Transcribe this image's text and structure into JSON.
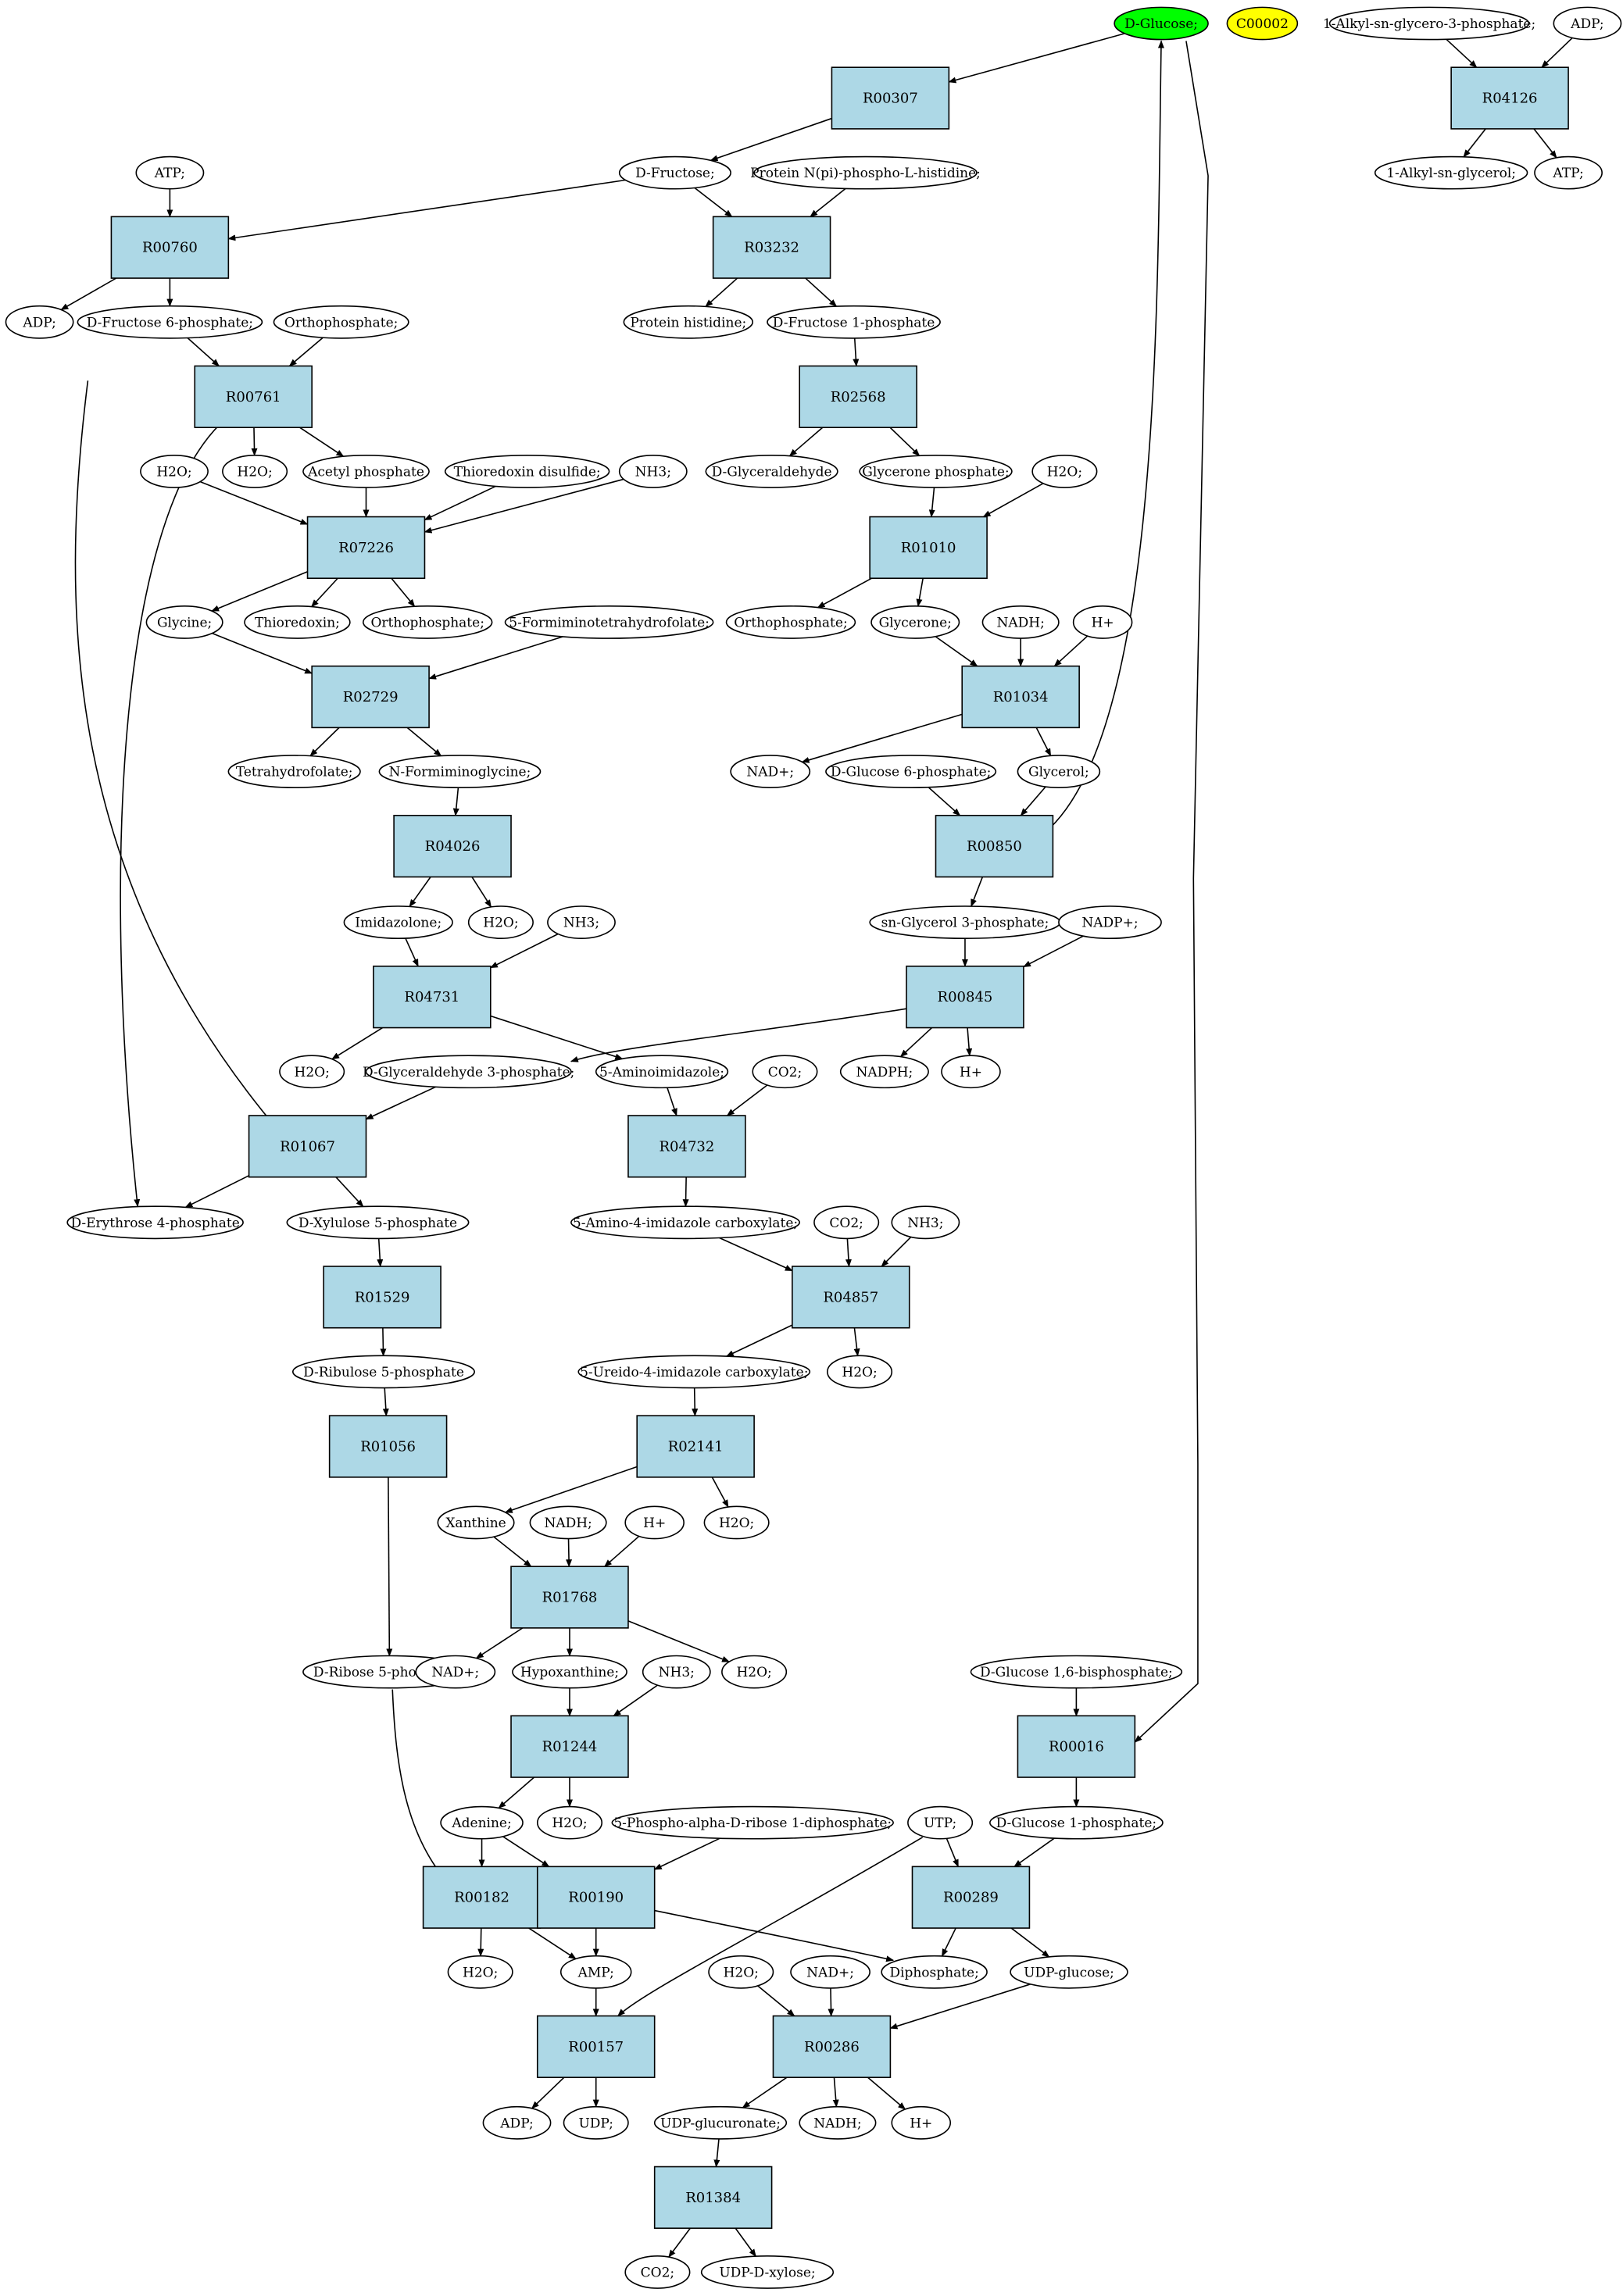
{
  "colors": {
    "compound": "#ffffff",
    "highlight_green": "#00ff00",
    "highlight_yellow": "#ffff00",
    "reaction": "#add8e6",
    "edge": "#000000"
  },
  "compounds": [
    {
      "id": "c_dglucose",
      "label": "D-Glucose;",
      "fill": "highlight_green"
    },
    {
      "id": "c_c00002",
      "label": "C00002",
      "fill": "highlight_yellow"
    },
    {
      "id": "c_alkylg3p",
      "label": "1-Alkyl-sn-glycero-3-phosphate;"
    },
    {
      "id": "c_adp_top",
      "label": "ADP;"
    },
    {
      "id": "c_alkylglycerol",
      "label": "1-Alkyl-sn-glycerol;"
    },
    {
      "id": "c_atp_top",
      "label": "ATP;"
    },
    {
      "id": "c_atp_l",
      "label": "ATP;"
    },
    {
      "id": "c_dfructose",
      "label": "D-Fructose;"
    },
    {
      "id": "c_proteinnpi",
      "label": "Protein N(pi)-phospho-L-histidine;"
    },
    {
      "id": "c_adp_l",
      "label": "ADP;"
    },
    {
      "id": "c_f6p",
      "label": "D-Fructose 6-phosphate;"
    },
    {
      "id": "c_orthop1",
      "label": "Orthophosphate;"
    },
    {
      "id": "c_proteinhis",
      "label": "Protein histidine;"
    },
    {
      "id": "c_f1p",
      "label": "D-Fructose 1-phosphate"
    },
    {
      "id": "c_h2o_a",
      "label": "H2O;"
    },
    {
      "id": "c_h2o_b",
      "label": "H2O;"
    },
    {
      "id": "c_acetylp",
      "label": "Acetyl phosphate"
    },
    {
      "id": "c_thiodis",
      "label": "Thioredoxin disulfide;"
    },
    {
      "id": "c_nh3_a",
      "label": "NH3;"
    },
    {
      "id": "c_dglyceraldehyde",
      "label": "D-Glyceraldehyde"
    },
    {
      "id": "c_glyceronep",
      "label": "Glycerone phosphate;"
    },
    {
      "id": "c_h2o_c",
      "label": "H2O;"
    },
    {
      "id": "c_glycine",
      "label": "Glycine;"
    },
    {
      "id": "c_thioredoxin",
      "label": "Thioredoxin;"
    },
    {
      "id": "c_orthop2",
      "label": "Orthophosphate;"
    },
    {
      "id": "c_5fthf",
      "label": "5-Formiminotetrahydrofolate;"
    },
    {
      "id": "c_orthop3",
      "label": "Orthophosphate;"
    },
    {
      "id": "c_glycerone",
      "label": "Glycerone;"
    },
    {
      "id": "c_nadh_a",
      "label": "NADH;"
    },
    {
      "id": "c_hplus_a",
      "label": "H+"
    },
    {
      "id": "c_thf",
      "label": "Tetrahydrofolate;"
    },
    {
      "id": "c_nfgly",
      "label": "N-Formiminoglycine;"
    },
    {
      "id": "c_nadplus_a",
      "label": "NAD+;"
    },
    {
      "id": "c_g6p",
      "label": "D-Glucose 6-phosphate;"
    },
    {
      "id": "c_glycerol",
      "label": "Glycerol;"
    },
    {
      "id": "c_imidazolone",
      "label": "Imidazolone;"
    },
    {
      "id": "c_h2o_d",
      "label": "H2O;"
    },
    {
      "id": "c_nh3_b",
      "label": "NH3;"
    },
    {
      "id": "c_snglyc3p",
      "label": "sn-Glycerol 3-phosphate;"
    },
    {
      "id": "c_nadpplus",
      "label": "NADP+;"
    },
    {
      "id": "c_h2o_e",
      "label": "H2O;"
    },
    {
      "id": "c_g3p",
      "label": "D-Glyceraldehyde 3-phosphate;"
    },
    {
      "id": "c_5ai",
      "label": "5-Aminoimidazole;"
    },
    {
      "id": "c_co2_a",
      "label": "CO2;"
    },
    {
      "id": "c_nadph",
      "label": "NADPH;"
    },
    {
      "id": "c_hplus_b",
      "label": "H+"
    },
    {
      "id": "c_e4p",
      "label": "D-Erythrose 4-phosphate"
    },
    {
      "id": "c_x5p",
      "label": "D-Xylulose 5-phosphate"
    },
    {
      "id": "c_5a4ic",
      "label": "5-Amino-4-imidazole carboxylate;"
    },
    {
      "id": "c_co2_b",
      "label": "CO2;"
    },
    {
      "id": "c_nh3_c",
      "label": "NH3;"
    },
    {
      "id": "c_ru5p",
      "label": "D-Ribulose 5-phosphate"
    },
    {
      "id": "c_5u4ic",
      "label": "5-Ureido-4-imidazole carboxylate;"
    },
    {
      "id": "c_h2o_f",
      "label": "H2O;"
    },
    {
      "id": "c_xanthine",
      "label": "Xanthine"
    },
    {
      "id": "c_nadh_b",
      "label": "NADH;"
    },
    {
      "id": "c_hplus_c",
      "label": "H+"
    },
    {
      "id": "c_h2o_g",
      "label": "H2O;"
    },
    {
      "id": "c_r5p",
      "label": "D-Ribose 5-phosphate;"
    },
    {
      "id": "c_nadplus_b",
      "label": "NAD+;"
    },
    {
      "id": "c_hypoxanthine",
      "label": "Hypoxanthine;"
    },
    {
      "id": "c_nh3_d",
      "label": "NH3;"
    },
    {
      "id": "c_h2o_h",
      "label": "H2O;"
    },
    {
      "id": "c_g16bp",
      "label": "D-Glucose 1,6-bisphosphate;"
    },
    {
      "id": "c_adenine",
      "label": "Adenine;"
    },
    {
      "id": "c_h2o_i",
      "label": "H2O;"
    },
    {
      "id": "c_prpp",
      "label": "5-Phospho-alpha-D-ribose 1-diphosphate;"
    },
    {
      "id": "c_utp",
      "label": "UTP;"
    },
    {
      "id": "c_g1p",
      "label": "D-Glucose 1-phosphate;"
    },
    {
      "id": "c_h2o_j",
      "label": "H2O;"
    },
    {
      "id": "c_amp",
      "label": "AMP;"
    },
    {
      "id": "c_diphosphate",
      "label": "Diphosphate;"
    },
    {
      "id": "c_udpglucose",
      "label": "UDP-glucose;"
    },
    {
      "id": "c_h2o_k",
      "label": "H2O;"
    },
    {
      "id": "c_nadplus_c",
      "label": "NAD+;"
    },
    {
      "id": "c_adp_b",
      "label": "ADP;"
    },
    {
      "id": "c_udp",
      "label": "UDP;"
    },
    {
      "id": "c_udpglucuronate",
      "label": "UDP-glucuronate;"
    },
    {
      "id": "c_nadh_c",
      "label": "NADH;"
    },
    {
      "id": "c_hplus_d",
      "label": "H+"
    },
    {
      "id": "c_co2_c",
      "label": "CO2;"
    },
    {
      "id": "c_udpxylose",
      "label": "UDP-D-xylose;"
    }
  ],
  "reactions": [
    {
      "id": "r_R00307",
      "label": "R00307"
    },
    {
      "id": "r_R04126",
      "label": "R04126"
    },
    {
      "id": "r_R00760",
      "label": "R00760"
    },
    {
      "id": "r_R03232",
      "label": "R03232"
    },
    {
      "id": "r_R00761",
      "label": "R00761"
    },
    {
      "id": "r_R02568",
      "label": "R02568"
    },
    {
      "id": "r_R07226",
      "label": "R07226"
    },
    {
      "id": "r_R01010",
      "label": "R01010"
    },
    {
      "id": "r_R02729",
      "label": "R02729"
    },
    {
      "id": "r_R01034",
      "label": "R01034"
    },
    {
      "id": "r_R04026",
      "label": "R04026"
    },
    {
      "id": "r_R00850",
      "label": "R00850"
    },
    {
      "id": "r_R04731",
      "label": "R04731"
    },
    {
      "id": "r_R00845",
      "label": "R00845"
    },
    {
      "id": "r_R01067",
      "label": "R01067"
    },
    {
      "id": "r_R04732",
      "label": "R04732"
    },
    {
      "id": "r_R01529",
      "label": "R01529"
    },
    {
      "id": "r_R04857",
      "label": "R04857"
    },
    {
      "id": "r_R01056",
      "label": "R01056"
    },
    {
      "id": "r_R02141",
      "label": "R02141"
    },
    {
      "id": "r_R01768",
      "label": "R01768"
    },
    {
      "id": "r_R00016",
      "label": "R00016"
    },
    {
      "id": "r_R01244",
      "label": "R01244"
    },
    {
      "id": "r_R00182",
      "label": "R00182"
    },
    {
      "id": "r_R00190",
      "label": "R00190"
    },
    {
      "id": "r_R00289",
      "label": "R00289"
    },
    {
      "id": "r_R00157",
      "label": "R00157"
    },
    {
      "id": "r_R00286",
      "label": "R00286"
    },
    {
      "id": "r_R01384",
      "label": "R01384"
    }
  ],
  "edges": [
    [
      "c_dglucose",
      "r_R00307"
    ],
    [
      "r_R00307",
      "c_dfructose"
    ],
    [
      "c_alkylg3p",
      "r_R04126"
    ],
    [
      "c_adp_top",
      "r_R04126"
    ],
    [
      "r_R04126",
      "c_alkylglycerol"
    ],
    [
      "r_R04126",
      "c_atp_top"
    ],
    [
      "c_atp_l",
      "r_R00760"
    ],
    [
      "c_dfructose",
      "r_R00760"
    ],
    [
      "r_R00760",
      "c_adp_l"
    ],
    [
      "r_R00760",
      "c_f6p"
    ],
    [
      "c_dfructose",
      "r_R03232"
    ],
    [
      "c_proteinnpi",
      "r_R03232"
    ],
    [
      "r_R03232",
      "c_proteinhis"
    ],
    [
      "r_R03232",
      "c_f1p"
    ],
    [
      "c_f6p",
      "r_R00761"
    ],
    [
      "c_orthop1",
      "r_R00761"
    ],
    [
      "r_R00761",
      "c_h2o_b"
    ],
    [
      "r_R00761",
      "c_acetylp"
    ],
    [
      "r_R00761",
      "c_e4p"
    ],
    [
      "c_f1p",
      "r_R02568"
    ],
    [
      "r_R02568",
      "c_dglyceraldehyde"
    ],
    [
      "r_R02568",
      "c_glyceronep"
    ],
    [
      "c_h2o_a",
      "r_R07226"
    ],
    [
      "c_acetylp",
      "r_R07226"
    ],
    [
      "c_thiodis",
      "r_R07226"
    ],
    [
      "c_nh3_a",
      "r_R07226"
    ],
    [
      "r_R07226",
      "c_glycine"
    ],
    [
      "r_R07226",
      "c_thioredoxin"
    ],
    [
      "r_R07226",
      "c_orthop2"
    ],
    [
      "c_glyceronep",
      "r_R01010"
    ],
    [
      "c_h2o_c",
      "r_R01010"
    ],
    [
      "r_R01010",
      "c_orthop3"
    ],
    [
      "r_R01010",
      "c_glycerone"
    ],
    [
      "c_glycine",
      "r_R02729"
    ],
    [
      "c_5fthf",
      "r_R02729"
    ],
    [
      "r_R02729",
      "c_thf"
    ],
    [
      "r_R02729",
      "c_nfgly"
    ],
    [
      "c_glycerone",
      "r_R01034"
    ],
    [
      "c_nadh_a",
      "r_R01034"
    ],
    [
      "c_hplus_a",
      "r_R01034"
    ],
    [
      "r_R01034",
      "c_nadplus_a"
    ],
    [
      "r_R01034",
      "c_glycerol"
    ],
    [
      "c_nfgly",
      "r_R04026"
    ],
    [
      "r_R04026",
      "c_imidazolone"
    ],
    [
      "r_R04026",
      "c_h2o_d"
    ],
    [
      "c_g6p",
      "r_R00850"
    ],
    [
      "c_glycerol",
      "r_R00850"
    ],
    [
      "r_R00850",
      "c_snglyc3p"
    ],
    [
      "r_R00850",
      "c_dglucose"
    ],
    [
      "c_imidazolone",
      "r_R04731"
    ],
    [
      "c_nh3_b",
      "r_R04731"
    ],
    [
      "r_R04731",
      "c_h2o_e"
    ],
    [
      "r_R04731",
      "c_5ai"
    ],
    [
      "c_snglyc3p",
      "r_R00845"
    ],
    [
      "c_nadpplus",
      "r_R00845"
    ],
    [
      "r_R00845",
      "c_g3p"
    ],
    [
      "r_R00845",
      "c_nadph"
    ],
    [
      "r_R00845",
      "c_hplus_b"
    ],
    [
      "c_f6p",
      "r_R01067"
    ],
    [
      "c_g3p",
      "r_R01067"
    ],
    [
      "r_R01067",
      "c_e4p"
    ],
    [
      "r_R01067",
      "c_x5p"
    ],
    [
      "c_5ai",
      "r_R04732"
    ],
    [
      "c_co2_a",
      "r_R04732"
    ],
    [
      "r_R04732",
      "c_5a4ic"
    ],
    [
      "c_x5p",
      "r_R01529"
    ],
    [
      "r_R01529",
      "c_ru5p"
    ],
    [
      "c_5a4ic",
      "r_R04857"
    ],
    [
      "c_co2_b",
      "r_R04857"
    ],
    [
      "c_nh3_c",
      "r_R04857"
    ],
    [
      "r_R04857",
      "c_5u4ic"
    ],
    [
      "r_R04857",
      "c_h2o_f"
    ],
    [
      "c_ru5p",
      "r_R01056"
    ],
    [
      "r_R01056",
      "c_r5p"
    ],
    [
      "c_5u4ic",
      "r_R02141"
    ],
    [
      "r_R02141",
      "c_xanthine"
    ],
    [
      "r_R02141",
      "c_h2o_g"
    ],
    [
      "c_xanthine",
      "r_R01768"
    ],
    [
      "c_nadh_b",
      "r_R01768"
    ],
    [
      "c_hplus_c",
      "r_R01768"
    ],
    [
      "r_R01768",
      "c_nadplus_b"
    ],
    [
      "r_R01768",
      "c_hypoxanthine"
    ],
    [
      "r_R01768",
      "c_h2o_h"
    ],
    [
      "c_g16bp",
      "r_R00016"
    ],
    [
      "c_dglucose",
      "r_R00016"
    ],
    [
      "r_R00016",
      "c_g1p"
    ],
    [
      "c_hypoxanthine",
      "r_R01244"
    ],
    [
      "c_nh3_d",
      "r_R01244"
    ],
    [
      "r_R01244",
      "c_adenine"
    ],
    [
      "r_R01244",
      "c_h2o_i"
    ],
    [
      "c_adenine",
      "r_R00182"
    ],
    [
      "c_r5p",
      "r_R00182"
    ],
    [
      "r_R00182",
      "c_h2o_j"
    ],
    [
      "r_R00182",
      "c_amp"
    ],
    [
      "c_adenine",
      "r_R00190"
    ],
    [
      "c_prpp",
      "r_R00190"
    ],
    [
      "r_R00190",
      "c_amp"
    ],
    [
      "r_R00190",
      "c_diphosphate"
    ],
    [
      "c_utp",
      "r_R00289"
    ],
    [
      "c_g1p",
      "r_R00289"
    ],
    [
      "r_R00289",
      "c_diphosphate"
    ],
    [
      "r_R00289",
      "c_udpglucose"
    ],
    [
      "c_amp",
      "r_R00157"
    ],
    [
      "c_utp",
      "r_R00157"
    ],
    [
      "r_R00157",
      "c_adp_b"
    ],
    [
      "r_R00157",
      "c_udp"
    ],
    [
      "c_h2o_k",
      "r_R00286"
    ],
    [
      "c_nadplus_c",
      "r_R00286"
    ],
    [
      "c_udpglucose",
      "r_R00286"
    ],
    [
      "r_R00286",
      "c_udpglucuronate"
    ],
    [
      "r_R00286",
      "c_nadh_c"
    ],
    [
      "r_R00286",
      "c_hplus_d"
    ],
    [
      "c_udpglucuronate",
      "r_R01384"
    ],
    [
      "r_R01384",
      "c_co2_c"
    ],
    [
      "r_R01384",
      "c_udpxylose"
    ]
  ]
}
